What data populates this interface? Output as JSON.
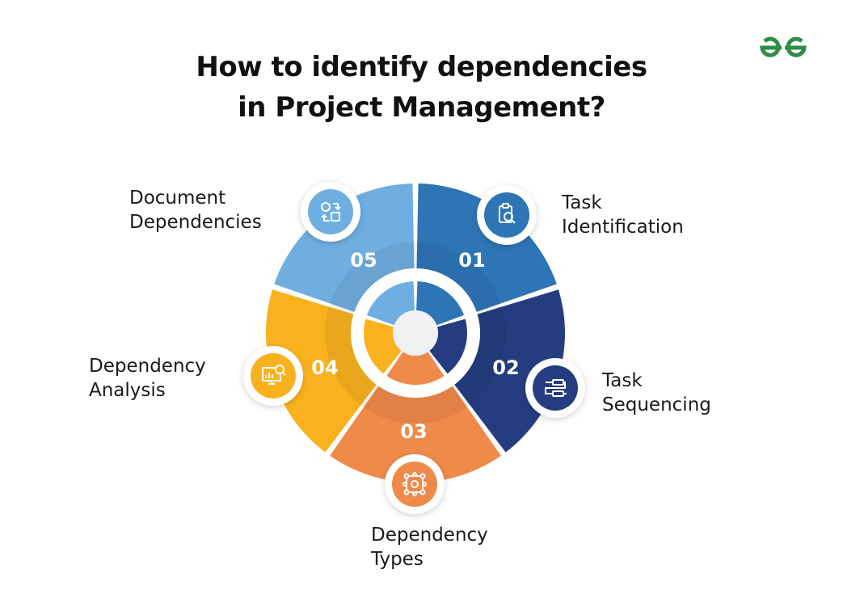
{
  "title": {
    "line1": "How to identify dependencies",
    "line2": "in Project Management?"
  },
  "logo": {
    "icon": "gfg-logo-icon",
    "color": "#2f8d46"
  },
  "steps": [
    {
      "number": "01",
      "label_line1": "Task",
      "label_line2": "Identification",
      "color": "#2e75b6",
      "icon": "clipboard-search-icon"
    },
    {
      "number": "02",
      "label_line1": "Task",
      "label_line2": "Sequencing",
      "color": "#253d80",
      "icon": "sequence-flow-icon"
    },
    {
      "number": "03",
      "label_line1": "Dependency",
      "label_line2": "Types",
      "color": "#f08a4b",
      "icon": "network-hub-icon"
    },
    {
      "number": "04",
      "label_line1": "Dependency",
      "label_line2": "Analysis",
      "color": "#f9b21d",
      "icon": "monitor-analysis-icon"
    },
    {
      "number": "05",
      "label_line1": "Document",
      "label_line2": "Dependencies",
      "color": "#6faee0",
      "icon": "document-swap-icon"
    }
  ]
}
